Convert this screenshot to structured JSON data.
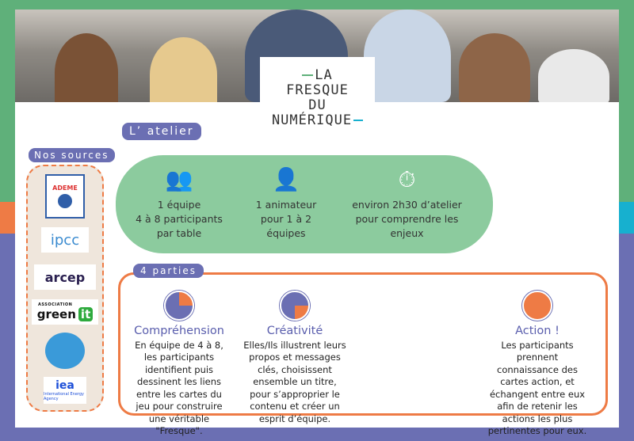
{
  "logo": {
    "lines": [
      "LA",
      "FRESQUE",
      "DU",
      "NUMÉRIQUE"
    ]
  },
  "atelier": {
    "title": "L’ atelier",
    "items": [
      {
        "icon": "team-icon",
        "lines": [
          "1 équipe",
          "4 à 8 participants",
          "par table"
        ]
      },
      {
        "icon": "facilitator-icon",
        "lines": [
          "1 animateur",
          "pour 1 à 2",
          "équipes"
        ]
      },
      {
        "icon": "stopwatch-icon",
        "lines": [
          "environ 2h30 d’atelier",
          "pour comprendre  les",
          "enjeux"
        ]
      }
    ]
  },
  "sources": {
    "title": "Nos  sources",
    "logos": [
      "ADEME",
      "ipcc",
      "arcep",
      "green it",
      "UN",
      "iea"
    ],
    "association": "ASSOCIATION",
    "iea_sub": "International Energy Agency"
  },
  "parties": {
    "title": "4  parties",
    "items": [
      {
        "title": "Compréhension",
        "text": "En équipe de 4 à 8, les participants identifient puis dessinent les liens entre les cartes du jeu pour construire une véritable \"Fresque\"."
      },
      {
        "title": "Créativité",
        "text": "Elles/Ils illustrent leurs propos et messages clés, choisissent ensemble un titre, pour s’approprier le contenu et créer un esprit d’équipe."
      },
      {
        "title": "Action !",
        "text": "Les participants prennent connaissance des cartes action, et échangent entre eux afin de retenir les actions les plus pertinentes pour eux."
      }
    ]
  },
  "colors": {
    "green": "#5fb07a",
    "orange": "#ee7b45",
    "purple": "#6b6fb3",
    "cyan": "#17b0cf"
  }
}
